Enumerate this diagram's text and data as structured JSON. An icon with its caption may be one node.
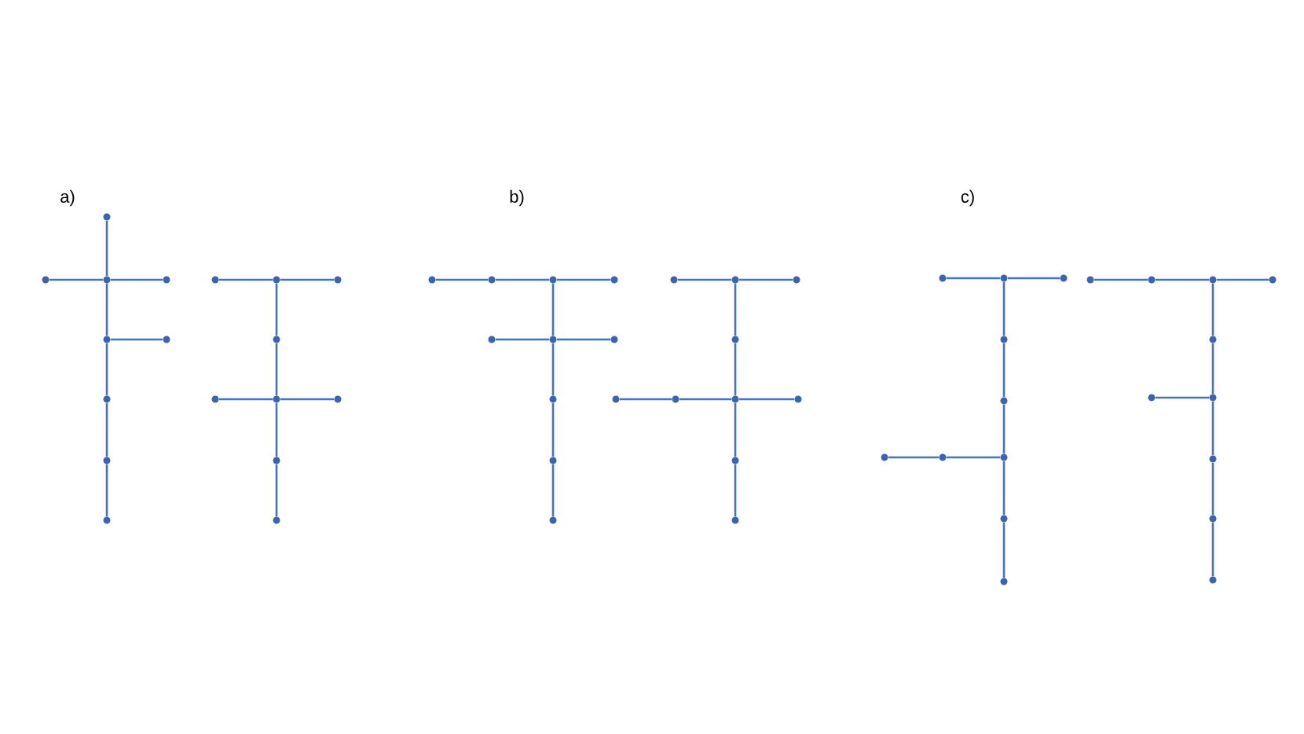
{
  "diagram": {
    "nodes": [
      {
        "text": [],
        "shape": "circle"
      },
      {
        "text": [],
        "shape": "circle"
      },
      {
        "text": [],
        "shape": "circle"
      },
      {
        "text": [],
        "shape": "circle"
      },
      {
        "text": [],
        "shape": "circle"
      },
      {
        "text": [],
        "shape": "circle"
      },
      {
        "text": [],
        "shape": "circle"
      },
      {
        "text": [],
        "shape": "circle"
      },
      {
        "text": [],
        "shape": "circle"
      },
      {
        "text": [],
        "shape": "circle"
      },
      {
        "text": [],
        "shape": "circle"
      },
      {
        "text": [],
        "shape": "circle"
      },
      {
        "text": [],
        "shape": "circle"
      },
      {
        "text": [],
        "shape": "circle"
      },
      {
        "text": [],
        "shape": "circle"
      },
      {
        "text": [],
        "shape": "circle"
      },
      {
        "text": [],
        "shape": "circle"
      },
      {
        "text": [],
        "shape": "circle"
      },
      {
        "text": [],
        "shape": "circle"
      },
      {
        "text": [],
        "shape": "circle"
      },
      {
        "text": [],
        "shape": "circle"
      },
      {
        "text": [],
        "shape": "circle"
      },
      {
        "text": [],
        "shape": "circle"
      },
      {
        "text": [],
        "shape": "circle"
      },
      {
        "text": [],
        "shape": "circle"
      },
      {
        "text": [],
        "shape": "circle"
      },
      {
        "text": [],
        "shape": "circle"
      },
      {
        "text": [],
        "shape": "circle"
      },
      {
        "text": [],
        "shape": "circle"
      },
      {
        "text": [],
        "shape": "circle"
      },
      {
        "text": [],
        "shape": "circle"
      },
      {
        "text": [],
        "shape": "circle"
      },
      {
        "text": [],
        "shape": "circle"
      },
      {
        "text": [],
        "shape": "circle"
      },
      {
        "text": [],
        "shape": "circle"
      },
      {
        "text": [],
        "shape": "circle"
      },
      {
        "text": [],
        "shape": "circle"
      },
      {
        "text": [],
        "shape": "circle"
      },
      {
        "text": [],
        "shape": "circle"
      },
      {
        "text": [],
        "shape": "circle"
      },
      {
        "text": [],
        "shape": "circle"
      },
      {
        "text": [],
        "shape": "circle"
      },
      {
        "text": [],
        "shape": "circle"
      },
      {
        "text": [],
        "shape": "circle"
      },
      {
        "text": [],
        "shape": "circle"
      },
      {
        "text": [],
        "shape": "circle"
      },
      {
        "text": [],
        "shape": "circle"
      },
      {
        "text": [],
        "shape": "circle"
      },
      {
        "text": [],
        "shape": "circle"
      },
      {
        "text": [],
        "shape": "circle"
      },
      {
        "text": [],
        "shape": "circle"
      },
      {
        "text": [],
        "shape": "circle"
      },
      {
        "text": [],
        "shape": "circle"
      },
      {
        "text": [],
        "shape": "circle"
      },
      {
        "text": [],
        "shape": "circle"
      },
      {
        "text": [],
        "shape": "circle"
      },
      {
        "text": [],
        "shape": "circle"
      },
      {
        "text": [],
        "shape": "circle"
      }
    ],
    "edges": [
      {
        "from": 0,
        "to": 2,
        "arrow": "none"
      },
      {
        "from": 1,
        "to": 2,
        "arrow": "none"
      },
      {
        "from": 2,
        "to": 3,
        "arrow": "none"
      },
      {
        "from": 2,
        "to": 4,
        "arrow": "none"
      },
      {
        "from": 4,
        "to": 5,
        "arrow": "none"
      },
      {
        "from": 4,
        "to": 6,
        "arrow": "none"
      },
      {
        "from": 6,
        "to": 7,
        "arrow": "none"
      },
      {
        "from": 7,
        "to": 8,
        "arrow": "none"
      },
      {
        "from": 9,
        "to": 10,
        "arrow": "none"
      },
      {
        "from": 10,
        "to": 11,
        "arrow": "none"
      },
      {
        "from": 10,
        "to": 12,
        "arrow": "none"
      },
      {
        "from": 12,
        "to": 14,
        "arrow": "none"
      },
      {
        "from": 13,
        "to": 14,
        "arrow": "none"
      },
      {
        "from": 14,
        "to": 15,
        "arrow": "none"
      },
      {
        "from": 14,
        "to": 16,
        "arrow": "none"
      },
      {
        "from": 16,
        "to": 17,
        "arrow": "none"
      },
      {
        "from": 18,
        "to": 19,
        "arrow": "none"
      },
      {
        "from": 19,
        "to": 20,
        "arrow": "none"
      },
      {
        "from": 20,
        "to": 21,
        "arrow": "none"
      },
      {
        "from": 20,
        "to": 23,
        "arrow": "none"
      },
      {
        "from": 22,
        "to": 23,
        "arrow": "none"
      },
      {
        "from": 23,
        "to": 24,
        "arrow": "none"
      },
      {
        "from": 23,
        "to": 25,
        "arrow": "none"
      },
      {
        "from": 25,
        "to": 26,
        "arrow": "none"
      },
      {
        "from": 26,
        "to": 27,
        "arrow": "none"
      },
      {
        "from": 28,
        "to": 29,
        "arrow": "none"
      },
      {
        "from": 29,
        "to": 30,
        "arrow": "none"
      },
      {
        "from": 29,
        "to": 31,
        "arrow": "none"
      },
      {
        "from": 31,
        "to": 34,
        "arrow": "none"
      },
      {
        "from": 32,
        "to": 33,
        "arrow": "none"
      },
      {
        "from": 33,
        "to": 34,
        "arrow": "none"
      },
      {
        "from": 34,
        "to": 35,
        "arrow": "none"
      },
      {
        "from": 34,
        "to": 36,
        "arrow": "none"
      },
      {
        "from": 36,
        "to": 37,
        "arrow": "none"
      },
      {
        "from": 38,
        "to": 39,
        "arrow": "none"
      },
      {
        "from": 39,
        "to": 40,
        "arrow": "none"
      },
      {
        "from": 39,
        "to": 41,
        "arrow": "none"
      },
      {
        "from": 41,
        "to": 42,
        "arrow": "none"
      },
      {
        "from": 42,
        "to": 45,
        "arrow": "none"
      },
      {
        "from": 43,
        "to": 44,
        "arrow": "none"
      },
      {
        "from": 44,
        "to": 45,
        "arrow": "none"
      },
      {
        "from": 45,
        "to": 46,
        "arrow": "none"
      },
      {
        "from": 46,
        "to": 47,
        "arrow": "none"
      },
      {
        "from": 48,
        "to": 49,
        "arrow": "none"
      },
      {
        "from": 49,
        "to": 50,
        "arrow": "none"
      },
      {
        "from": 50,
        "to": 51,
        "arrow": "none"
      },
      {
        "from": 50,
        "to": 52,
        "arrow": "none"
      },
      {
        "from": 52,
        "to": 54,
        "arrow": "none"
      },
      {
        "from": 53,
        "to": 54,
        "arrow": "none"
      },
      {
        "from": 54,
        "to": 55,
        "arrow": "none"
      },
      {
        "from": 55,
        "to": 56,
        "arrow": "none"
      },
      {
        "from": 56,
        "to": 57,
        "arrow": "none"
      }
    ],
    "labels": [
      "a)",
      "b)",
      "c)"
    ]
  }
}
